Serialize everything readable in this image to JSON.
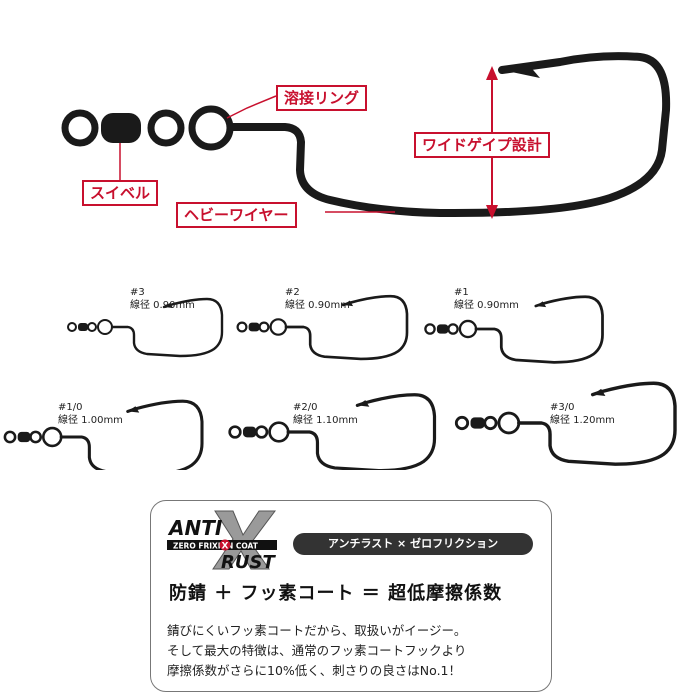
{
  "main_hook": {
    "labels": {
      "ring": "溶接リング",
      "gap": "ワイドゲイプ設計",
      "swivel": "スイベル",
      "wire": "ヘビーワイヤー"
    },
    "accent_color": "#c8102e"
  },
  "sizes": [
    {
      "size": "#3",
      "wire": "線径 0.90mm"
    },
    {
      "size": "#2",
      "wire": "線径 0.90mm"
    },
    {
      "size": "#1",
      "wire": "線径 0.90mm"
    },
    {
      "size": "#1/0",
      "wire": "線径 1.00mm"
    },
    {
      "size": "#2/0",
      "wire": "線径 1.10mm"
    },
    {
      "size": "#3/0",
      "wire": "線径 1.20mm"
    }
  ],
  "feature_panel": {
    "logo": {
      "anti": "ANTI",
      "coat": "ZERO FRIXION COAT",
      "rust": "RUST",
      "x": "X"
    },
    "badge": "アンチラスト × ゼロフリクション",
    "formula": "防錆 ＋ フッ素コート ＝ 超低摩擦係数",
    "description": [
      "錆びにくいフッ素コートだから、取扱いがイージー。",
      "そして最大の特徴は、通常のフッ素コートフックより",
      "摩擦係数がさらに10%低く、刺さりの良さはNo.1！"
    ]
  }
}
